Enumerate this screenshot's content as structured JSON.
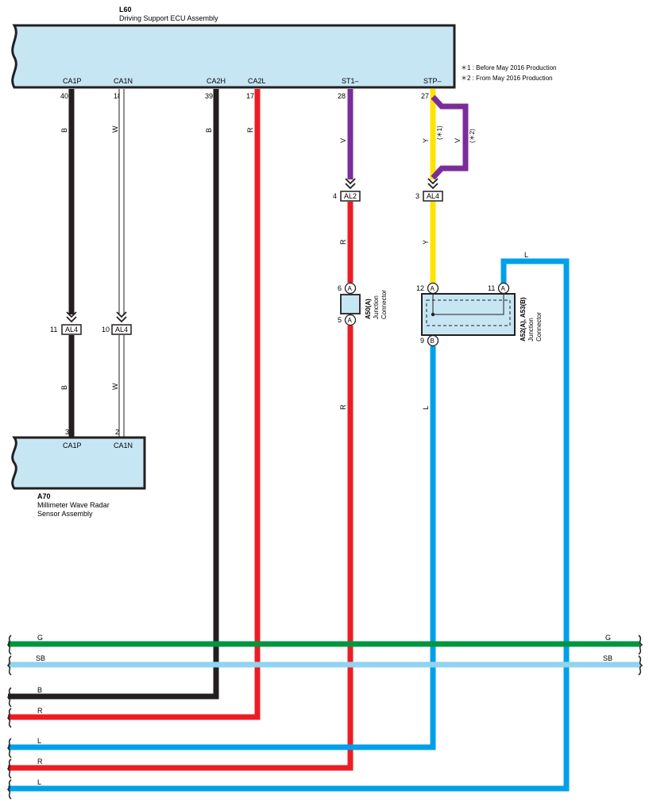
{
  "ecu": {
    "code": "L60",
    "name": "Driving Support ECU Assembly",
    "pins": [
      {
        "label": "CA1P",
        "number": "40",
        "wire": "B"
      },
      {
        "label": "CA1N",
        "number": "18",
        "wire": "W"
      },
      {
        "label": "CA2H",
        "number": "39",
        "wire": "B"
      },
      {
        "label": "CA2L",
        "number": "17",
        "wire": "R"
      },
      {
        "label": "ST1–",
        "number": "28",
        "wire": "V"
      },
      {
        "label": "STP–",
        "number": "27",
        "wire": "Y"
      }
    ]
  },
  "notes": {
    "note1": "＊1 : Before May 2016 Production",
    "note2": "＊2 : From May 2016 Production",
    "variant1": "(＊1)",
    "variant2": "(＊2)",
    "variant_wire": "V"
  },
  "radar": {
    "code": "A70",
    "name_line1": "Millimeter Wave Radar",
    "name_line2": "Sensor Assembly",
    "pins": [
      {
        "label": "CA1P",
        "number": "3"
      },
      {
        "label": "CA1N",
        "number": "2"
      }
    ]
  },
  "connectors": {
    "al4_left_1": {
      "name": "AL4",
      "pin": "11"
    },
    "al4_left_2": {
      "name": "AL4",
      "pin": "10"
    },
    "al2": {
      "name": "AL2",
      "pin": "4"
    },
    "al4_right": {
      "name": "AL4",
      "pin": "3"
    }
  },
  "wires": {
    "b_lower": "B",
    "w_lower": "W",
    "r_st": "R",
    "r_st_lower": "R",
    "y_lower": "Y",
    "l_lower": "L",
    "l_loop": "L"
  },
  "jc_a50": {
    "title": "A50(A)",
    "line2": "Junction",
    "line3": "Connector",
    "pin_top": "6",
    "pin_top_letter": "A",
    "pin_bottom": "5",
    "pin_bottom_letter": "A"
  },
  "jc_a52": {
    "title": "A52(A), A53(B)",
    "line2": "Junction",
    "line3": "Connector",
    "pin_left": "12",
    "pin_left_letter": "A",
    "pin_right": "11",
    "pin_right_letter": "A",
    "pin_bottom": "9",
    "pin_bottom_letter": "B"
  },
  "bus": [
    {
      "label": "G",
      "color": "#009640",
      "right_label": "G"
    },
    {
      "label": "SB",
      "color": "#8fd4f0",
      "right_label": "SB"
    },
    {
      "label": "B",
      "color": "#231f20"
    },
    {
      "label": "R",
      "color": "#ed1c24"
    },
    {
      "label": "L",
      "color": "#00a0e9"
    },
    {
      "label": "R",
      "color": "#ed1c24"
    },
    {
      "label": "L",
      "color": "#00a0e9"
    }
  ],
  "colors": {
    "black": "#231f20",
    "red": "#ed1c24",
    "violet": "#7b2c9a",
    "yellow": "#ffe400",
    "blue": "#00a0e9",
    "green": "#009640",
    "skyblue": "#8fd4f0",
    "box": "#c7e6f4"
  }
}
